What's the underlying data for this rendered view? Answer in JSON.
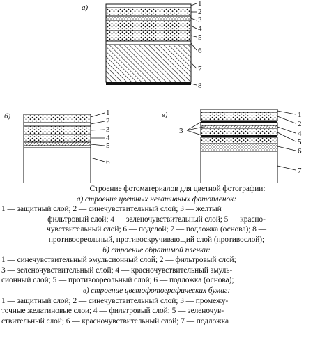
{
  "diagrams": {
    "a": {
      "panel_label": "а)",
      "layer_numbers": [
        "1",
        "2",
        "3",
        "4",
        "5",
        "6",
        "7",
        "8"
      ]
    },
    "b": {
      "panel_label": "б)",
      "layer_numbers": [
        "1",
        "2",
        "3",
        "4",
        "5",
        "6"
      ]
    },
    "v": {
      "panel_label": "в)",
      "layer_numbers": [
        "1",
        "2",
        "3",
        "4",
        "5",
        "6",
        "7"
      ],
      "group_label": "3"
    }
  },
  "caption": {
    "title": "Строение фотоматериалов для цветной фотографии:",
    "a_heading": "а) строение цветных негативных фотопленок:",
    "a_lines": [
      "1 — защитный слой; 2 — синечувствительный слой; 3 — желтый",
      "фильтровый слой; 4 — зеленочувствительный слой; 5 — красно-",
      "чувствительный слой; 6 — подслой; 7 — подложка (основа); 8 —",
      "противоореольный, противоскручивающий слой (противослой);"
    ],
    "b_heading": "б) строение обратимой пленки:",
    "b_lines": [
      "1 — синечувствительный эмульсионный слой; 2 — фильтровый слой;",
      "3 — зеленочувствительный слой; 4 — красночувствительный эмуль-",
      "сионный слой; 5 — противоореольный слой; 6 — подложка (основа);"
    ],
    "v_heading": "в) строение цветофотографических бумаг:",
    "v_lines": [
      "1 — защитный слой; 2 — синечувствительный слой; 3 — промежу-",
      "точные желатиновые слои; 4 — фильтровый слой; 5 — зеленочув-",
      "ствительный слой; 6 — красночувствительный слой; 7 — подложка"
    ]
  }
}
